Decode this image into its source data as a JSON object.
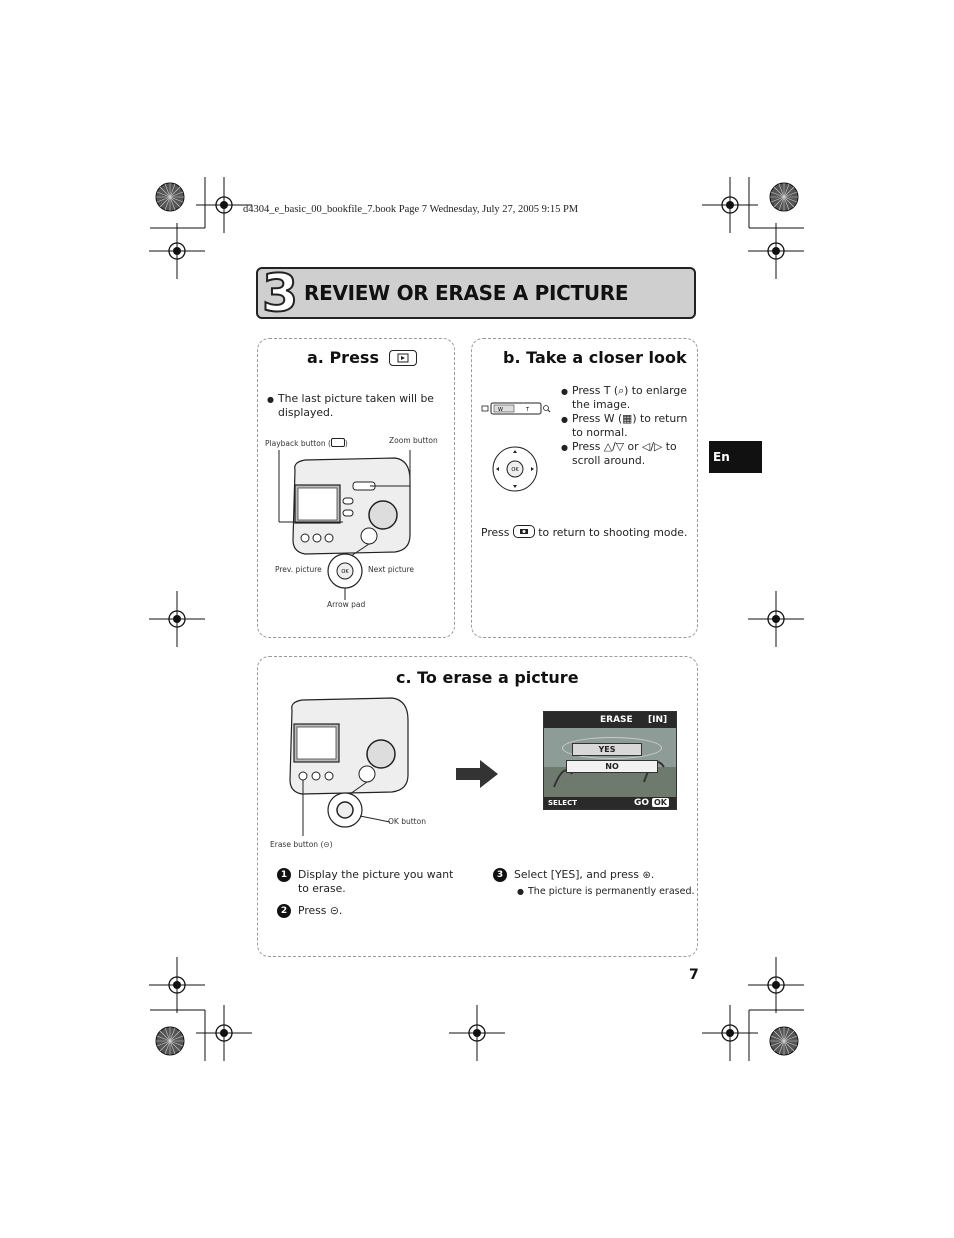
{
  "header": {
    "file_line": "d4304_e_basic_00_bookfile_7.book  Page 7  Wednesday, July 27, 2005  9:15 PM"
  },
  "section": {
    "number": "3",
    "title": "REVIEW OR ERASE A PICTURE"
  },
  "side_tab": {
    "label": "En"
  },
  "page_number": "7",
  "panel_a": {
    "heading": "a. Press",
    "bullet": "The last picture taken will be displayed.",
    "labels": {
      "playback_button": "Playback button (",
      "playback_button_end": ")",
      "zoom_button": "Zoom button",
      "prev_picture": "Prev. picture",
      "next_picture": "Next picture",
      "arrow_pad": "Arrow pad"
    }
  },
  "panel_b": {
    "heading": "b. Take a closer look",
    "bullets": [
      {
        "pre": "Press T (",
        "post": ") to enlarge the image."
      },
      {
        "pre": "Press W (",
        "post": ") to return to normal."
      },
      {
        "pre": "Press",
        "mid": "or",
        "post": "to scroll around."
      }
    ],
    "return_pre": "Press",
    "return_post": "to return to shooting mode.",
    "zoom_labels": {
      "w": "W",
      "t": "T"
    },
    "dpad_labels": {
      "ok": "OK"
    }
  },
  "panel_c": {
    "heading": "c. To erase a picture",
    "labels": {
      "ok_button": "OK button",
      "erase_button": "Erase button (",
      "erase_button_end": ")"
    },
    "lcd": {
      "title": "ERASE",
      "memory": "[IN]",
      "yes": "YES",
      "no": "NO",
      "select": "SELECT",
      "go": "GO",
      "ok": "OK"
    },
    "steps": [
      {
        "num": "1",
        "text": "Display the picture you want to erase."
      },
      {
        "num": "2",
        "text": "Press"
      },
      {
        "num": "3",
        "text": "Select [YES], and press"
      }
    ],
    "step3_note": "The picture is permanently erased."
  }
}
